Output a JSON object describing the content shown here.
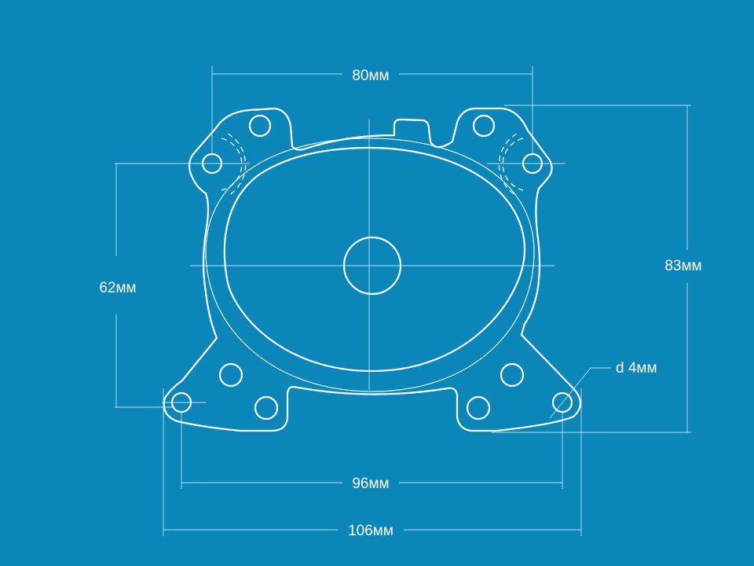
{
  "colors": {
    "background": "#0a86b8",
    "line": "#ffffff",
    "dimension_line": "#d9eef7"
  },
  "dimensions": {
    "top_width": "80мм",
    "left_height": "62мм",
    "right_height": "83мм",
    "hole_diameter": "d 4мм",
    "bottom_hole_spacing": "96мм",
    "overall_width": "106мм"
  }
}
